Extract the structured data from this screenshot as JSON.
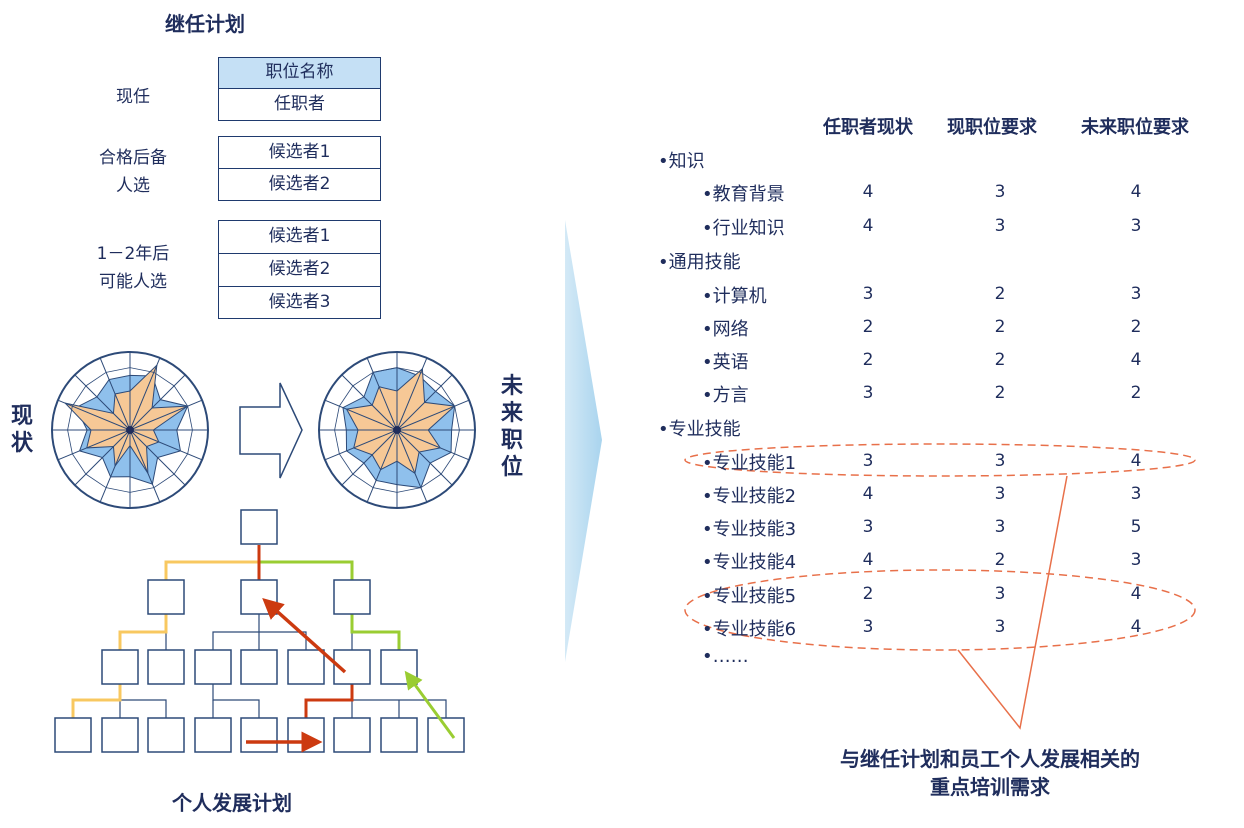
{
  "succession": {
    "title": "继任计划",
    "groups": [
      {
        "label_lines": [
          "现任"
        ],
        "boxes": [
          "职位名称",
          "任职者"
        ]
      },
      {
        "label_lines": [
          "合格后备",
          "人选"
        ],
        "boxes": [
          "候选者1",
          "候选者2"
        ]
      },
      {
        "label_lines": [
          "1－2年后",
          "可能人选"
        ],
        "boxes": [
          "候选者1",
          "候选者2",
          "候选者3"
        ]
      }
    ]
  },
  "radar": {
    "current_label": "现状",
    "future_label": "未来职位"
  },
  "development": {
    "caption": "个人发展计划"
  },
  "table": {
    "headers": [
      "任职者现状",
      "现职位要求",
      "未来职位要求"
    ],
    "rows": [
      {
        "label": "•知识",
        "level": 1,
        "values": []
      },
      {
        "label": "•教育背景",
        "level": 2,
        "values": [
          "4",
          "3",
          "4"
        ]
      },
      {
        "label": "•行业知识",
        "level": 2,
        "values": [
          "4",
          "3",
          "3"
        ]
      },
      {
        "label": "•通用技能",
        "level": 1,
        "values": []
      },
      {
        "label": "•计算机",
        "level": 2,
        "values": [
          "3",
          "2",
          "3"
        ]
      },
      {
        "label": "•网络",
        "level": 2,
        "values": [
          "2",
          "2",
          "2"
        ]
      },
      {
        "label": "•英语",
        "level": 2,
        "values": [
          "2",
          "2",
          "4"
        ]
      },
      {
        "label": "•方言",
        "level": 2,
        "values": [
          "3",
          "2",
          "2"
        ]
      },
      {
        "label": "•专业技能",
        "level": 1,
        "values": []
      },
      {
        "label": "•专业技能1",
        "level": 2,
        "values": [
          "3",
          "3",
          "4"
        ]
      },
      {
        "label": "•专业技能2",
        "level": 2,
        "values": [
          "4",
          "3",
          "3"
        ]
      },
      {
        "label": "•专业技能3",
        "level": 2,
        "values": [
          "3",
          "3",
          "5"
        ]
      },
      {
        "label": "•专业技能4",
        "level": 2,
        "values": [
          "4",
          "2",
          "3"
        ]
      },
      {
        "label": "•专业技能5",
        "level": 2,
        "values": [
          "2",
          "3",
          "4"
        ]
      },
      {
        "label": "•专业技能6",
        "level": 2,
        "values": [
          "3",
          "3",
          "4"
        ]
      },
      {
        "label": "•……",
        "level": 2,
        "values": []
      }
    ]
  },
  "callout": {
    "lines": [
      "与继任计划和员工个人发展相关的",
      "重点培训需求"
    ]
  },
  "colors": {
    "navy": "#1f2d5c",
    "box_header": "#c5e0f5",
    "radar_blue": "#8fc0ec",
    "radar_orange": "#f6c896",
    "highlight": "#e8704a",
    "path_yellow": "#f8c860",
    "path_red": "#cc3a10",
    "path_green": "#9acd32",
    "chevron": "#a9d4ee"
  }
}
